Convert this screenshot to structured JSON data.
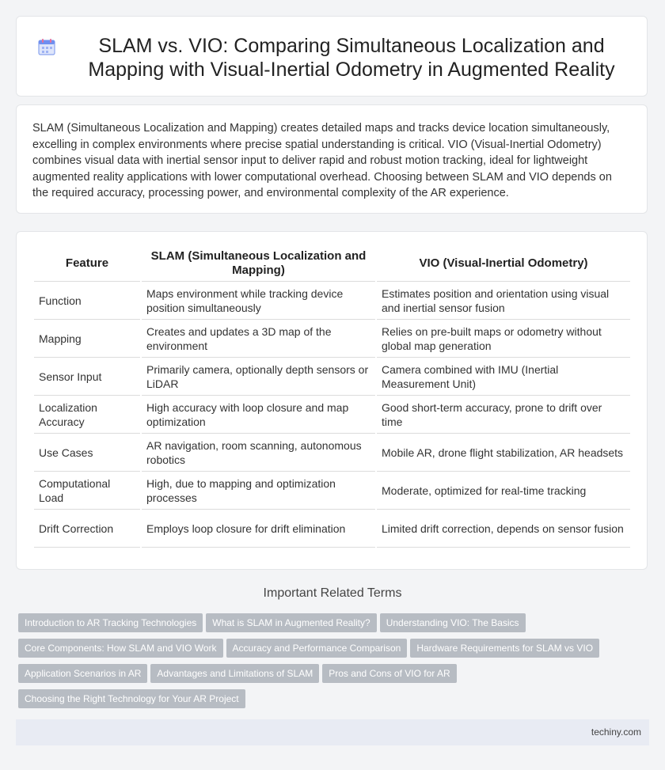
{
  "header": {
    "icon": "calendar-icon",
    "title": "SLAM vs. VIO: Comparing Simultaneous Localization and Mapping with Visual-Inertial Odometry in Augmented Reality"
  },
  "intro": "SLAM (Simultaneous Localization and Mapping) creates detailed maps and tracks device location simultaneously, excelling in complex environments where precise spatial understanding is critical. VIO (Visual-Inertial Odometry) combines visual data with inertial sensor input to deliver rapid and robust motion tracking, ideal for lightweight augmented reality applications with lower computational overhead. Choosing between SLAM and VIO depends on the required accuracy, processing power, and environmental complexity of the AR experience.",
  "table": {
    "headers": [
      "Feature",
      "SLAM (Simultaneous Localization and Mapping)",
      "VIO (Visual-Inertial Odometry)"
    ],
    "rows": [
      [
        "Function",
        "Maps environment while tracking device position simultaneously",
        "Estimates position and orientation using visual and inertial sensor fusion"
      ],
      [
        "Mapping",
        "Creates and updates a 3D map of the environment",
        "Relies on pre-built maps or odometry without global map generation"
      ],
      [
        "Sensor Input",
        "Primarily camera, optionally depth sensors or LiDAR",
        "Camera combined with IMU (Inertial Measurement Unit)"
      ],
      [
        "Localization Accuracy",
        "High accuracy with loop closure and map optimization",
        "Good short-term accuracy, prone to drift over time"
      ],
      [
        "Use Cases",
        "AR navigation, room scanning, autonomous robotics",
        "Mobile AR, drone flight stabilization, AR headsets"
      ],
      [
        "Computational Load",
        "High, due to mapping and optimization processes",
        "Moderate, optimized for real-time tracking"
      ],
      [
        "Drift Correction",
        "Employs loop closure for drift elimination",
        "Limited drift correction, depends on sensor fusion"
      ]
    ]
  },
  "related": {
    "heading": "Important Related Terms",
    "tags": [
      "Introduction to AR Tracking Technologies",
      "What is SLAM in Augmented Reality?",
      "Understanding VIO: The Basics",
      "Core Components: How SLAM and VIO Work",
      "Accuracy and Performance Comparison",
      "Hardware Requirements for SLAM vs VIO",
      "Application Scenarios in AR",
      "Advantages and Limitations of SLAM",
      "Pros and Cons of VIO for AR",
      "Choosing the Right Technology for Your AR Project"
    ]
  },
  "footer": {
    "site": "techiny.com"
  }
}
